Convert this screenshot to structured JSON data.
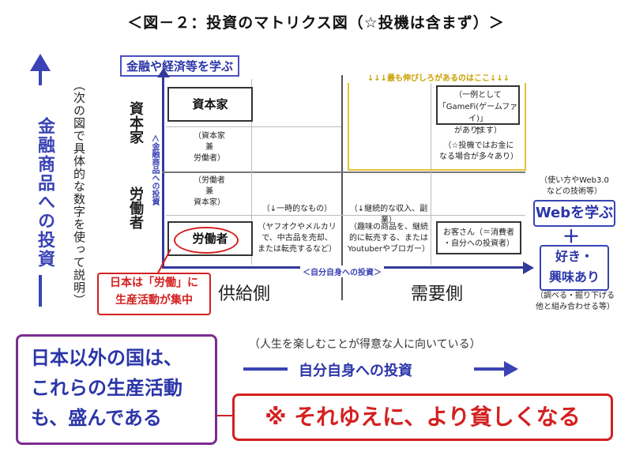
{
  "title": "＜図－２：投資のマトリクス図（☆投機は含まず）＞",
  "left_axis": {
    "label": "金融商品への投資",
    "note": "（次の図で具体的な数字を使って説明）"
  },
  "top_tag": "金融や経済等を学ぶ",
  "y_axis_mini": "＜金融商品への投資",
  "x_axis_mini": "＜自分自身への投資＞",
  "rows": {
    "capitalist": "資本家",
    "worker": "労働者"
  },
  "cells": {
    "capitalist_box": "資本家",
    "capitalist_worker": "（資本家\n兼\n労働者）",
    "worker_capitalist": "（労働者\n兼\n資本家）",
    "worker_box": "労働者",
    "temporary": "（↓一時的なもの）",
    "resale": "（ヤフオクやメルカリ\nで、中古品を売却、\nまたは転売するなど）",
    "continuous": "（↓継続的な収入、副業）",
    "hobby_products": "（趣味の商品を、継続\n的に転売する、または\nYoutuberやブロガー）",
    "customer": "お客さん（＝消費者\n・自分への投資者）",
    "gamefi_example": "（一例として\n「GameFi(ゲームファイ)」\nがあります）",
    "gamefi_arrow": "↑",
    "speculation_note": "（☆投機ではお金に\nなる場合が多々あり）"
  },
  "yellow_label": "↓↓↓最も伸びしろがあるのはここ↓↓↓",
  "columns": {
    "supply": "供給側",
    "demand": "需要側"
  },
  "callout_japan": "日本は「労働」に\n生産活動が集中",
  "right_side": {
    "tech_note": "（使い方やWeb3.0\nなどの技術等）",
    "web_label": "Webを学ぶ",
    "plus": "＋",
    "interest_label": "好き・\n興味あり",
    "combine_note": "（調べる・掘り下げる\n他と組み合わせる等）"
  },
  "bottom": {
    "other_countries": "日本以外の国は、\nこれらの生産活動\nも、盛んである",
    "life_note": "（人生を楽しむことが得意な人に向いている）",
    "self_investment": "自分自身への投資",
    "conclusion": "※ それゆえに、より貧しくなる"
  },
  "colors": {
    "blue": "#3a43b5",
    "red": "#d42020",
    "yellow": "#e6c13a",
    "purple": "#7b2c93"
  }
}
